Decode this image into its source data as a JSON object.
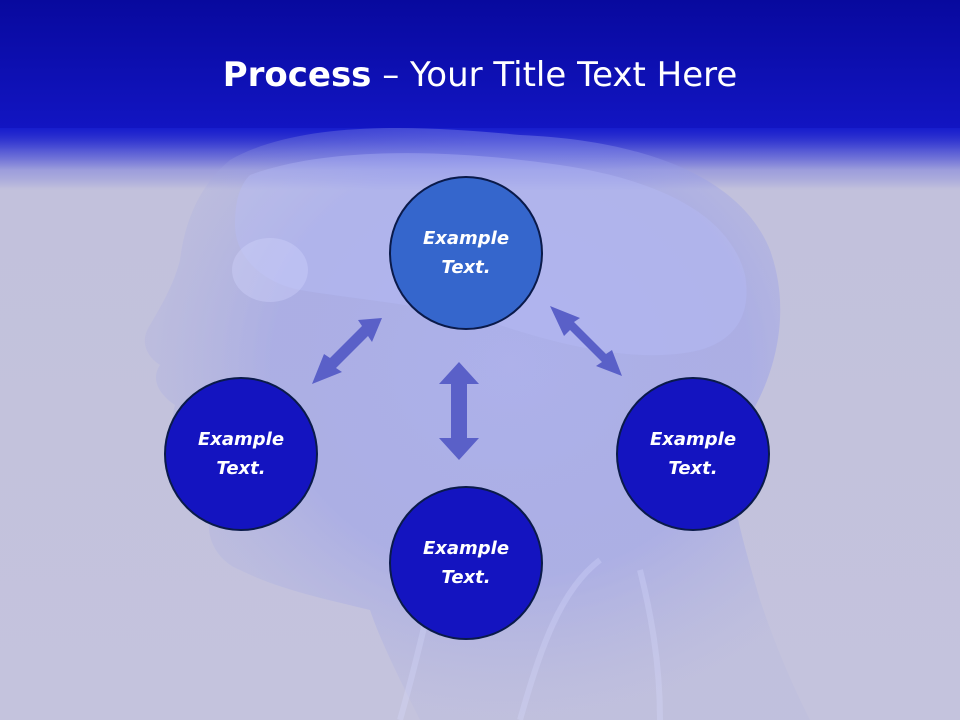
{
  "slide": {
    "title_bold": "Process",
    "title_rest": " – Your Title Text Here"
  },
  "diagram": {
    "nodes": [
      {
        "id": "top",
        "label": "Example Text."
      },
      {
        "id": "left",
        "label": "Example Text."
      },
      {
        "id": "right",
        "label": "Example Text."
      },
      {
        "id": "bottom",
        "label": "Example Text."
      }
    ],
    "connections": [
      {
        "from": "top",
        "to": "left",
        "type": "double-arrow"
      },
      {
        "from": "top",
        "to": "right",
        "type": "double-arrow"
      },
      {
        "from": "top",
        "to": "bottom",
        "type": "double-arrow"
      }
    ]
  },
  "colors": {
    "header": "#1215C2",
    "background": "#C4C3DD",
    "node_highlight": "#3566CC",
    "node": "#1414C0",
    "arrow": "#5A60C8",
    "text": "#FFFFFF"
  }
}
